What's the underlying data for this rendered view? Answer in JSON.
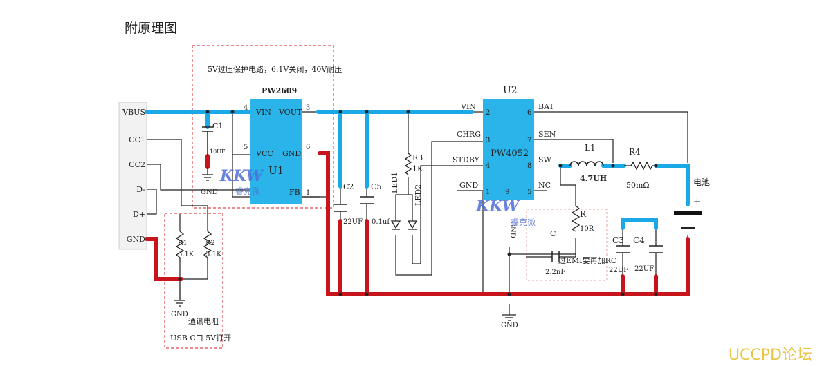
{
  "page": {
    "title": "附原理图",
    "watermark": "UCCPD论坛"
  },
  "connector": {
    "pins": [
      "VBUS",
      "CC1",
      "CC2",
      "D-",
      "D+",
      "GND"
    ]
  },
  "protection": {
    "note": "5V过压保护电路，6.1V关闭，40V耐压",
    "part": "PW2609",
    "designator": "U1",
    "pins": {
      "vin": "VIN",
      "vout": "VOUT",
      "vcc": "VCC",
      "gnd": "GND",
      "fb": "FB"
    },
    "pin_numbers": {
      "vin": "4",
      "vout": "3",
      "vcc": "5",
      "gnd": "6",
      "fb": "1"
    }
  },
  "charger": {
    "part": "PW4052",
    "designator": "U2",
    "pins": {
      "vin": "VIN",
      "chrg": "CHRG",
      "stdby": "STDBY",
      "gnd": "GND",
      "bat": "BAT",
      "sen": "SEN",
      "sw": "SW",
      "nc": "NC"
    },
    "pin_numbers": {
      "vin": "2",
      "chrg": "3",
      "stdby": "4",
      "gnd": "1",
      "bat": "6",
      "sen": "7",
      "sw": "8",
      "nc": "5",
      "pad": "9"
    }
  },
  "components": {
    "c1": {
      "ref": "C1",
      "value": "10UF"
    },
    "c2": {
      "ref": "C2",
      "value": "22UF"
    },
    "c5": {
      "ref": "C5",
      "value": "0.1uf"
    },
    "r3": {
      "ref": "R3",
      "value": "1K"
    },
    "led1": {
      "ref": "LED1"
    },
    "led2": {
      "ref": "LED2"
    },
    "l1": {
      "ref": "L1",
      "value": "4.7UH"
    },
    "r4": {
      "ref": "R4",
      "value": "50mΩ"
    },
    "c3": {
      "ref": "C3",
      "value": "22UF"
    },
    "c4": {
      "ref": "C4",
      "value": "22UF"
    },
    "r": {
      "ref": "R",
      "value": "10R"
    },
    "c": {
      "ref": "C",
      "value": "2.2nF"
    },
    "r1": {
      "ref": "R1",
      "value": "5.1K"
    },
    "r2": {
      "ref": "R2",
      "value": "5.1K"
    }
  },
  "labels": {
    "gnd": "GND",
    "battery": "电池",
    "plus": "+",
    "minus": "-",
    "emi_note": "过EMI要再加RC",
    "cc_note_1": "通讯电阻",
    "cc_note_2": "USB C口 5V打开",
    "logo": "KKW",
    "logo_sub": "睿克微"
  },
  "colors": {
    "ic_fill": "#2ab4ea",
    "power_net": "#1aa9e6",
    "ground_net": "#c8141b",
    "wire": "#222222",
    "dashed_box": "#e0484c"
  }
}
